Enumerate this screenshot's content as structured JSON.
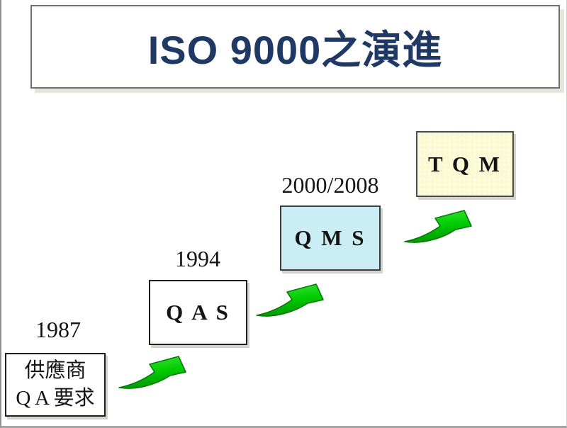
{
  "slide": {
    "title": "ISO 9000之演進",
    "colors": {
      "title_text": "#1f3864",
      "arrow_fill": "#00c800",
      "arrow_outline": "#077707",
      "qms_fill": "#c9edf3",
      "tqm_fill": "#fafad2",
      "box_border": "#1f1f1f"
    }
  },
  "stages": [
    {
      "name": "supplier-qa",
      "year": "1987",
      "lines": [
        "供應商",
        "Q A 要求"
      ]
    },
    {
      "name": "qas",
      "year": "1994",
      "lines": [
        "Q A S"
      ]
    },
    {
      "name": "qms",
      "year": "2000/2008",
      "lines": [
        "Q M S"
      ]
    },
    {
      "name": "tqm",
      "lines": [
        "T Q M"
      ]
    }
  ],
  "arrows": {
    "style": "curved-up-arrow",
    "count": 3
  }
}
